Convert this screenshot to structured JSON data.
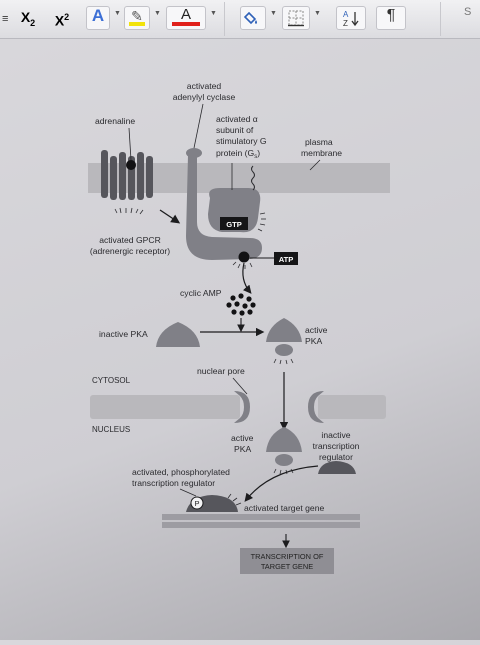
{
  "toolbar": {
    "left_glyph": "≡",
    "subscript": {
      "label": "X",
      "sub": "2"
    },
    "superscript": {
      "label": "X",
      "sup": "2"
    },
    "text_style": "A",
    "highlight": "✎",
    "font_color": "A",
    "paragraph_mark": "¶",
    "sort": {
      "top": "A",
      "bottom": "Z"
    },
    "styles_cut": "S",
    "icons": [
      "subscript-icon",
      "superscript-icon",
      "text-effects-icon",
      "highlighter-icon",
      "font-color-icon",
      "shading-icon",
      "borders-icon",
      "sort-icon",
      "pilcrow-icon"
    ],
    "colors": {
      "highlight": "#f2e30b",
      "font_color": "#e0201b",
      "text_style": "#3c6fd6"
    }
  },
  "diagram": {
    "labels": {
      "adenylyl_cyclase": [
        "activated",
        "adenylyl cyclase"
      ],
      "g_alpha": [
        "activated α",
        "subunit of",
        "stimulatory G",
        "protein (G",
        "s",
        ")"
      ],
      "plasma_membrane": [
        "plasma",
        "membrane"
      ],
      "adrenaline": "adrenaline",
      "gpcr": [
        "activated GPCR",
        "(adrenergic receptor)"
      ],
      "gtp": "GTP",
      "atp": "ATP",
      "cyclic_amp": "cyclic AMP",
      "inactive_pka": "inactive PKA",
      "active_pka_top": [
        "active",
        "PKA"
      ],
      "nuclear_pore": "nuclear pore",
      "cytosol": "CYTOSOL",
      "nucleus": "NUCLEUS",
      "active_pka_bottom": [
        "active",
        "PKA"
      ],
      "inactive_regulator": [
        "inactive",
        "transcription",
        "regulator"
      ],
      "phospho_regulator": [
        "activated, phosphorylated",
        "transcription regulator"
      ],
      "phosphate": "P",
      "target_gene": "activated target gene",
      "transcription_box": [
        "TRANSCRIPTION OF",
        "TARGET GENE"
      ]
    },
    "colors": {
      "protein": "#808087",
      "membrane": "#b9b8bc",
      "dark_protein": "#56565c",
      "black": "#151517",
      "dna": "#9d9ca2"
    }
  }
}
